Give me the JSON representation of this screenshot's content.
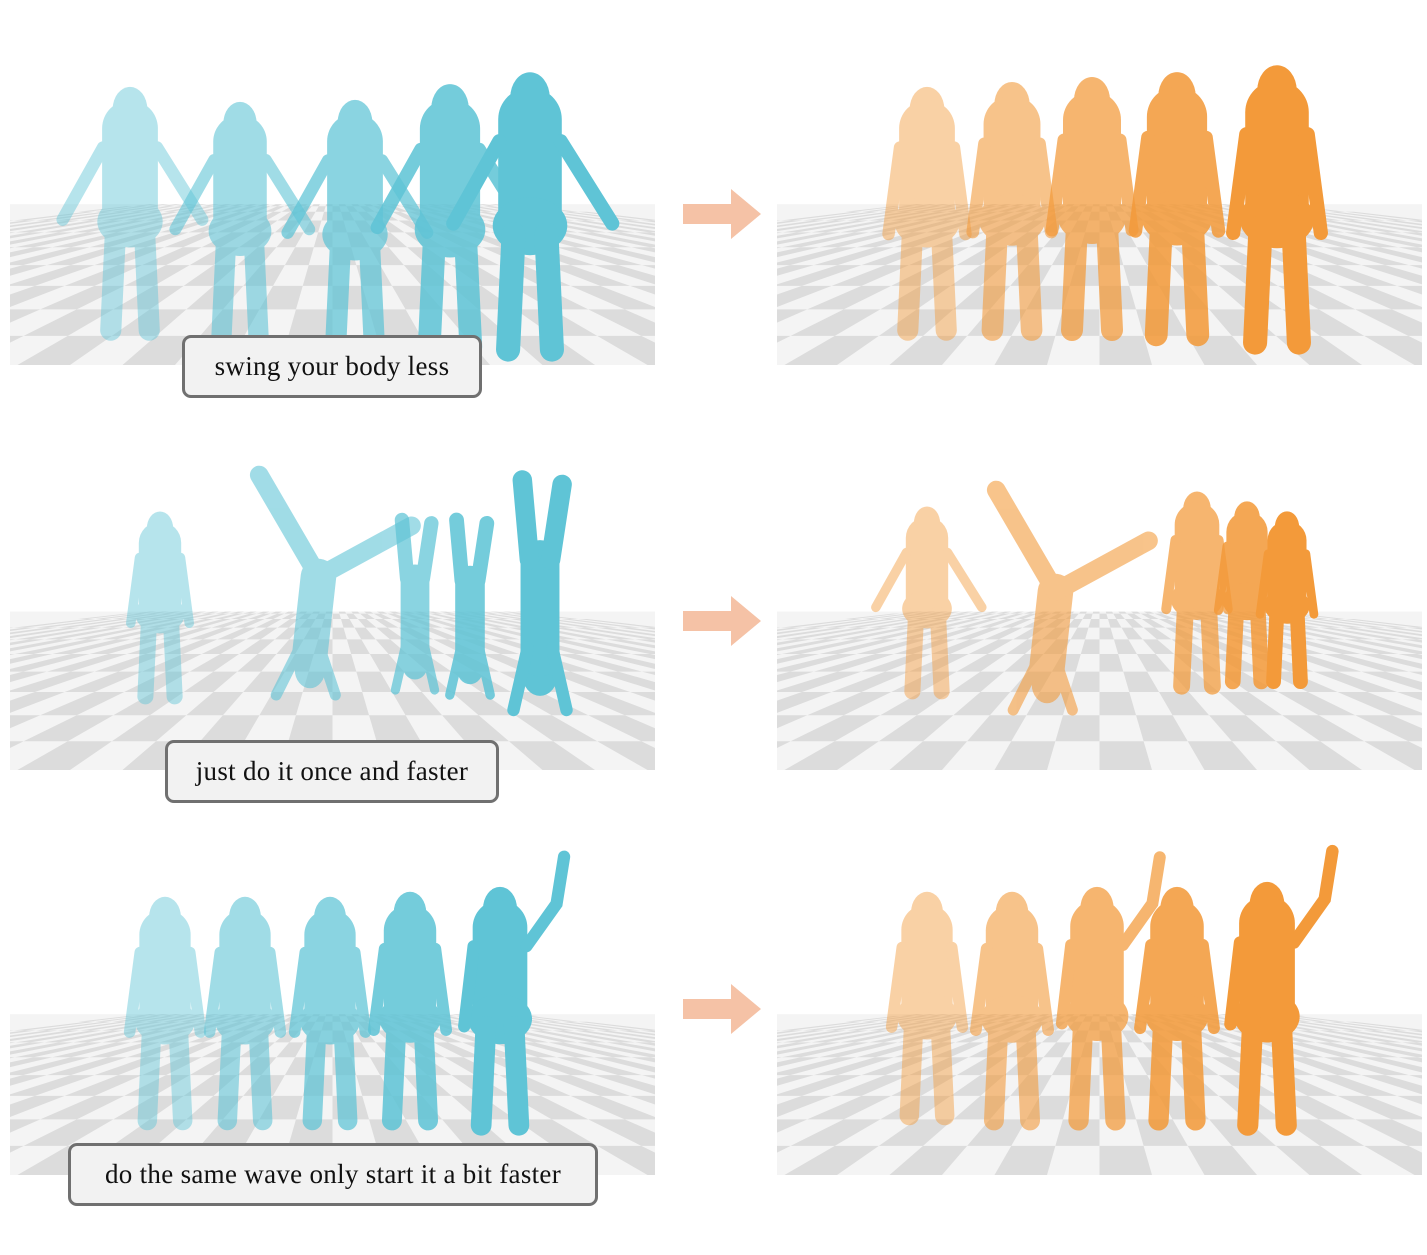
{
  "rows": [
    {
      "caption": "swing your body less",
      "source_scene": "five blue human body meshes swinging body and arms on a checkerboard floor",
      "edited_scene": "five orange human body meshes standing with reduced body swing"
    },
    {
      "caption": "just do it once and faster",
      "source_scene": "blue human body meshes performing repeated cartwheels and handstands",
      "edited_scene": "orange human body meshes performing a single faster cartwheel"
    },
    {
      "caption": "do the same wave only start it a bit faster",
      "source_scene": "five blue human body meshes, last one waving",
      "edited_scene": "five orange human body meshes, waving started earlier"
    }
  ],
  "colors": {
    "source_body": "#5fc4d6",
    "edited_body": "#f39a3a",
    "arrow": "#f5c2a6",
    "caption_border": "#707070",
    "caption_fill": "#f2f2f2"
  },
  "icons": {
    "arrow": "right-arrow-icon"
  }
}
